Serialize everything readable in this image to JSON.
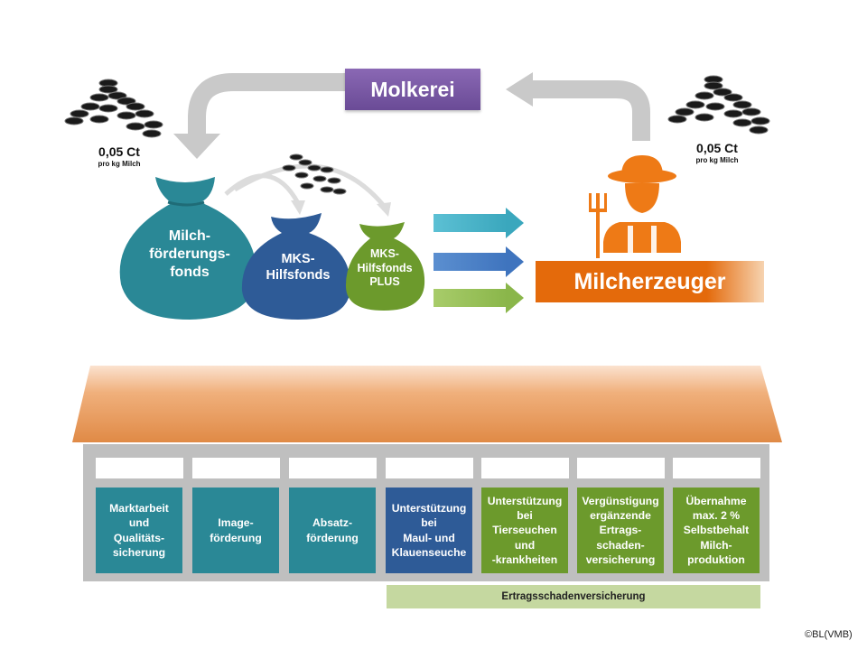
{
  "molkerei": "Molkerei",
  "price_left": {
    "value": "0,05 Ct",
    "unit": "pro kg Milch"
  },
  "price_right": {
    "value": "0,05 Ct",
    "unit": "pro kg Milch"
  },
  "sacks": {
    "milchfoerderungsfonds": [
      "Milch-",
      "förderungs-",
      "fonds"
    ],
    "mks_hilfsfonds": [
      "MKS-",
      "Hilfsfonds"
    ],
    "mks_hilfsfonds_plus": [
      "MKS-",
      "Hilfsfonds",
      "PLUS"
    ]
  },
  "milcherzeuger": "Milcherzeuger",
  "boxes": [
    {
      "lines": [
        "Marktarbeit",
        "und",
        "Qualitäts-",
        "sicherung"
      ],
      "color": "teal"
    },
    {
      "lines": [
        "Image-",
        "förderung"
      ],
      "color": "teal"
    },
    {
      "lines": [
        "Absatz-",
        "förderung"
      ],
      "color": "teal"
    },
    {
      "lines": [
        "Unterstützung",
        "bei",
        "Maul- und",
        "Klauenseuche"
      ],
      "color": "navy"
    },
    {
      "lines": [
        "Unterstützung",
        "bei",
        "Tierseuchen",
        "und",
        "-krankheiten"
      ],
      "color": "green"
    },
    {
      "lines": [
        "Vergünstigung",
        "ergänzende",
        "Ertrags-",
        "schaden-",
        "versicherung"
      ],
      "color": "green"
    },
    {
      "lines": [
        "Übernahme",
        "max. 2 %",
        "Selbstbehalt",
        "Milch-",
        "produktion"
      ],
      "color": "green"
    }
  ],
  "ertragsschaden_bar": "Ertragsschadenversicherung",
  "copyright": "©BL(VMB)",
  "colors": {
    "teal": "#2a8896",
    "navy": "#2e5b97",
    "green": "#6c9a2c",
    "orange": "#e46a0b",
    "purple": "#7a5aa6"
  }
}
